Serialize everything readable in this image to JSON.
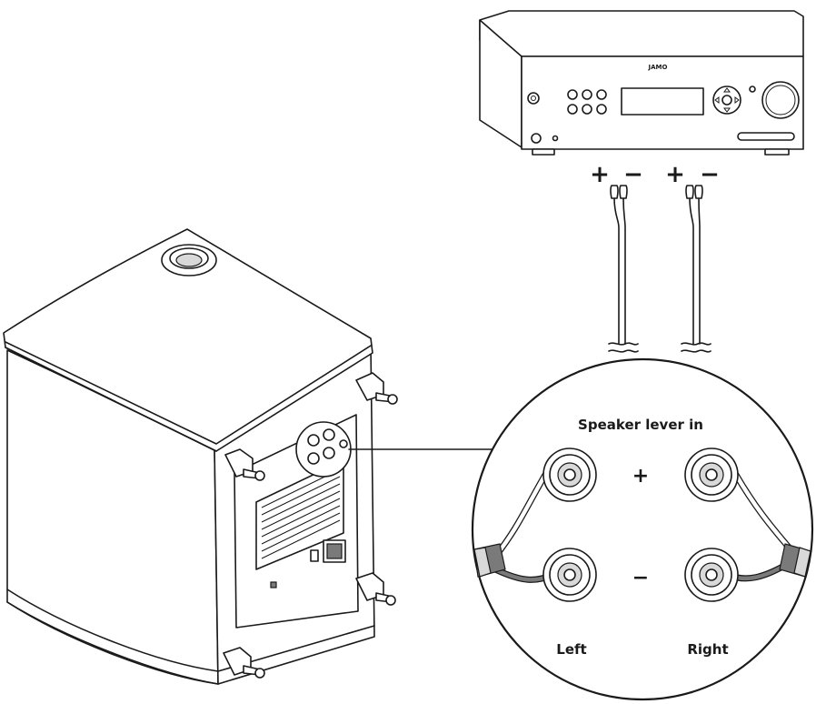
{
  "receiver": {
    "brand": "JAMO"
  },
  "cable_terminals": [
    {
      "plus": "+",
      "minus": "−"
    },
    {
      "plus": "+",
      "minus": "−"
    }
  ],
  "detail": {
    "title": "Speaker lever in",
    "plus": "+",
    "minus": "−",
    "left": "Left",
    "right": "Right"
  }
}
